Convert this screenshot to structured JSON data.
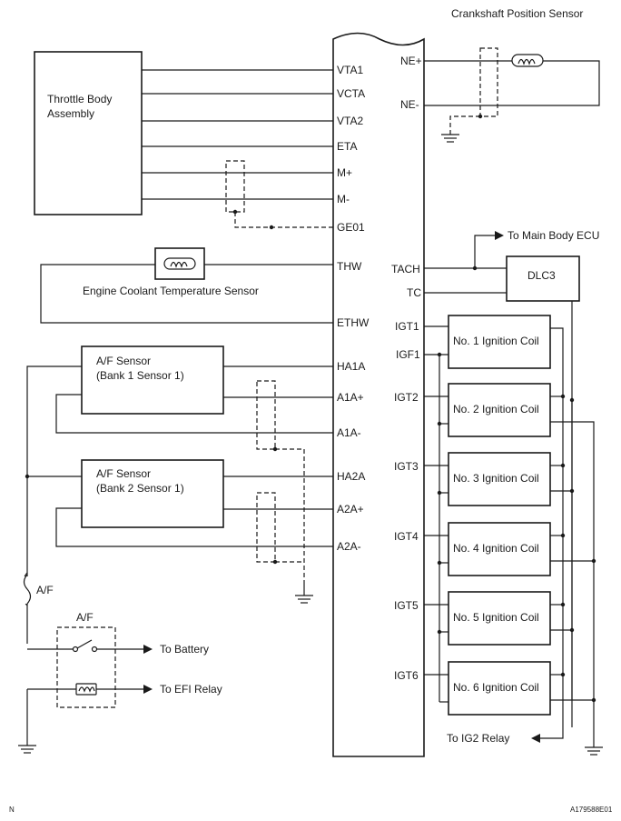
{
  "labels": {
    "crankshaft_sensor": "Crankshaft Position Sensor",
    "throttle_line1": "Throttle Body",
    "throttle_line2": "Assembly",
    "coolant_sensor": "Engine Coolant Temperature Sensor",
    "af_sensor1_line1": "A/F Sensor",
    "af_sensor1_line2": "(Bank 1 Sensor 1)",
    "af_sensor2_line1": "A/F Sensor",
    "af_sensor2_line2": "(Bank 2 Sensor 1)",
    "af_fuse": "A/F",
    "af_relay": "A/F",
    "to_battery": "To Battery",
    "to_efi_relay": "To EFI Relay",
    "to_main_body_ecu": "To Main Body ECU",
    "dlc3": "DLC3",
    "to_ig2_relay": "To IG2 Relay",
    "corner_left": "N",
    "corner_right": "A179588E01"
  },
  "ecu_pins_left": [
    "VTA1",
    "VCTA",
    "VTA2",
    "ETA",
    "M+",
    "M-",
    "GE01",
    "THW",
    "ETHW",
    "HA1A",
    "A1A+",
    "A1A-",
    "HA2A",
    "A2A+",
    "A2A-"
  ],
  "ecu_pins_right": [
    "NE+",
    "NE-",
    "TACH",
    "TC",
    "IGT1",
    "IGF1",
    "IGT2",
    "IGT3",
    "IGT4",
    "IGT5",
    "IGT6"
  ],
  "ignition_coils": [
    "No. 1 Ignition Coil",
    "No. 2 Ignition Coil",
    "No. 3 Ignition Coil",
    "No. 4 Ignition Coil",
    "No. 5 Ignition Coil",
    "No. 6 Ignition Coil"
  ]
}
